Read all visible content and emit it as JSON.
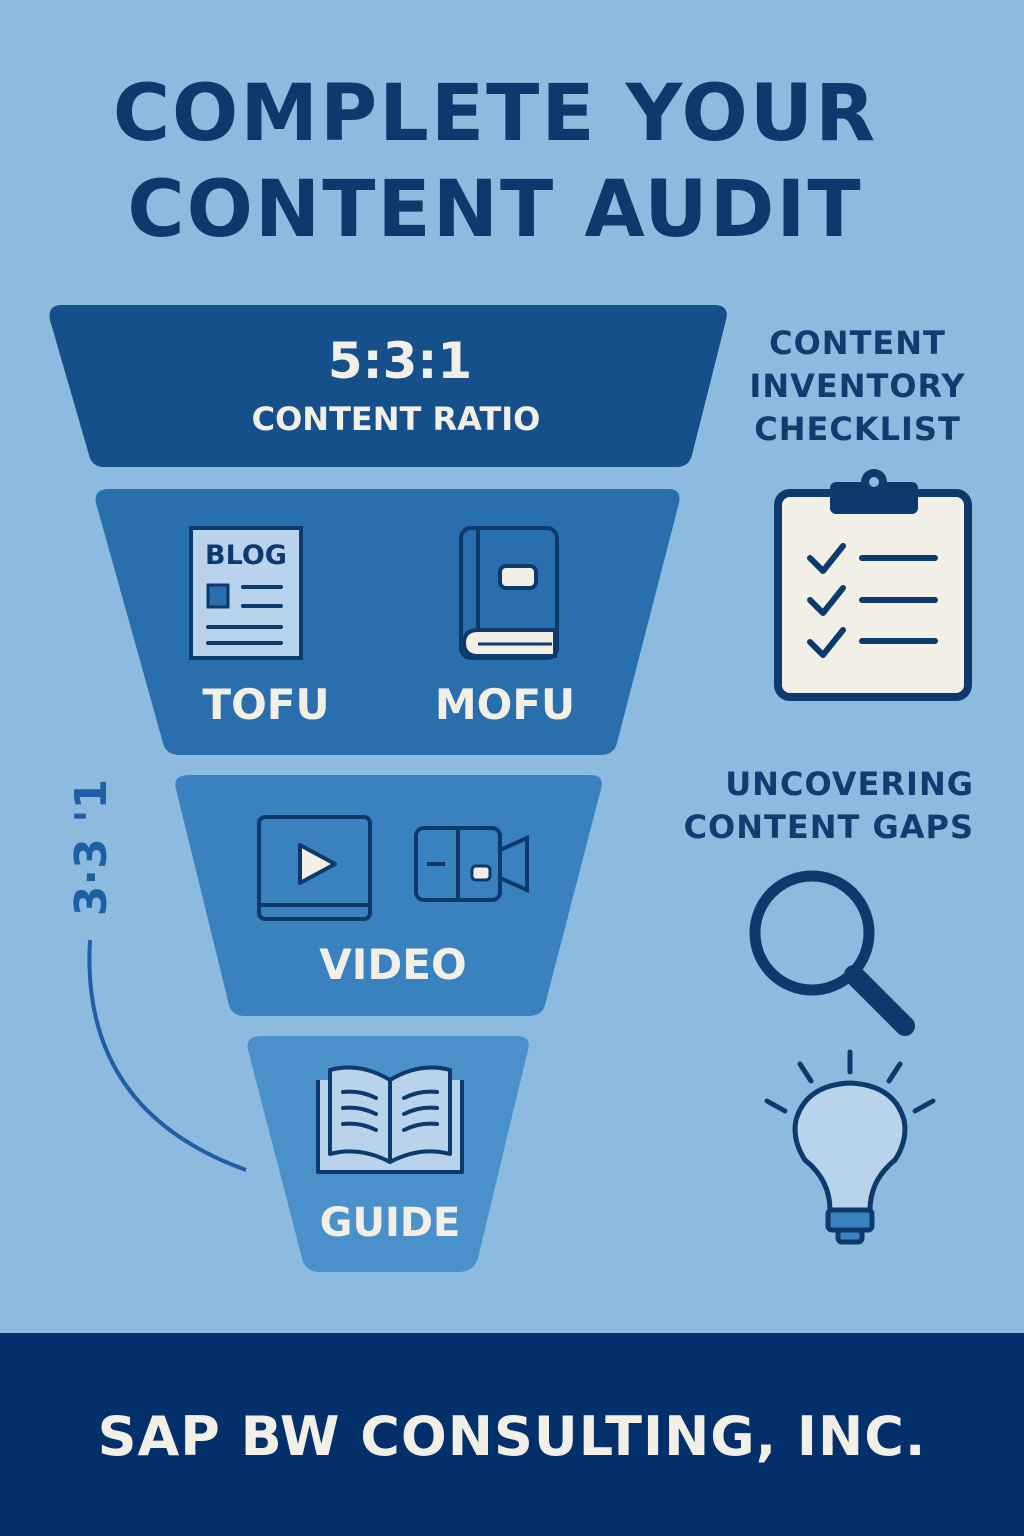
{
  "title": {
    "line1": "COMPLETE YOUR",
    "line2": "CONTENT AUDIT"
  },
  "funnel": {
    "ratio": "5:3:1",
    "ratio_label": "CONTENT RATIO",
    "blog_icon_text": "BLOG",
    "tofu": "TOFU",
    "mofu": "MOFU",
    "video": "VIDEO",
    "guide": "GUIDE"
  },
  "side_ratio": "3·3 '1",
  "checklist": {
    "line1": "CONTENT",
    "line2": "INVENTORY",
    "line3": "CHECKLIST"
  },
  "gaps": {
    "line1": "UNCOVERING",
    "line2": "CONTENT GAPS"
  },
  "footer": {
    "company": "SAP BW CONSULTING, INC."
  },
  "colors": {
    "background": "#8cbbdf",
    "title": "#0c3a6c",
    "footer": "#03306a",
    "tier1": "#16508a",
    "tier2": "#2a6fad",
    "tier3": "#3a82bf",
    "tier4": "#4a91cc"
  }
}
